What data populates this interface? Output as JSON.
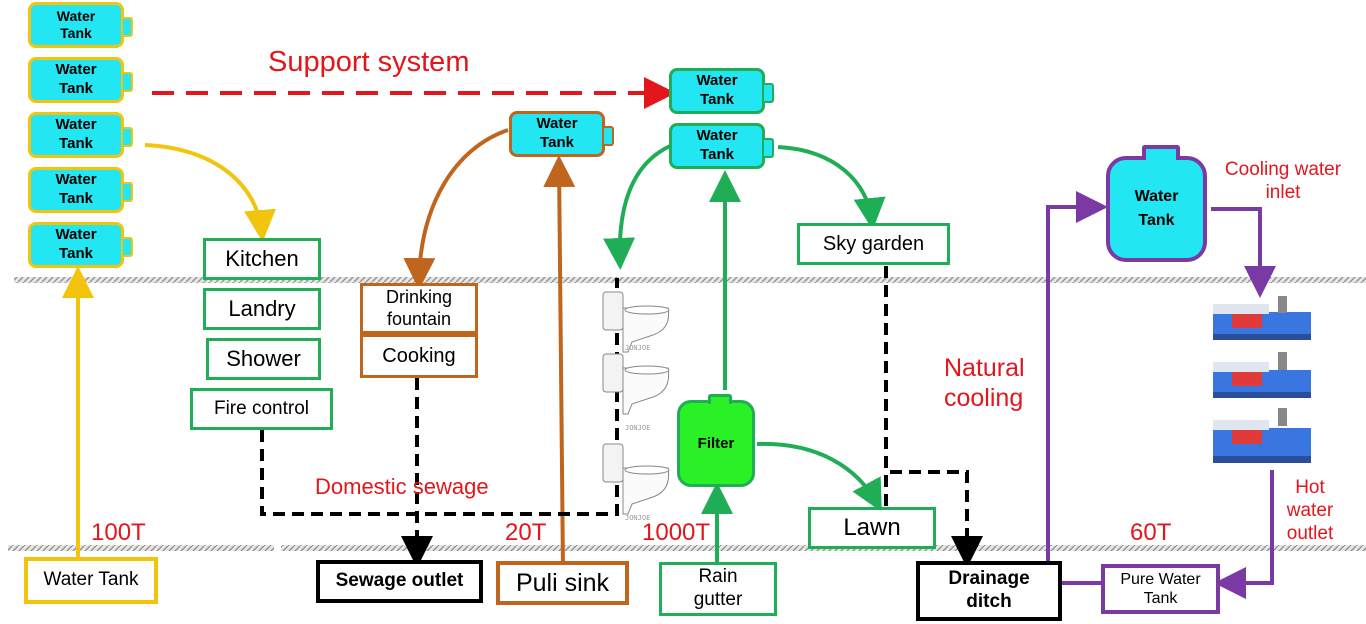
{
  "tank_label": "Water Tank",
  "support_system": "Support system",
  "uses": {
    "kitchen": "Kitchen",
    "landry": "Landry",
    "shower": "Shower",
    "fire_control": "Fire control",
    "drinking_fountain": "Drinking fountain",
    "cooking": "Cooking",
    "sky_garden": "Sky garden",
    "lawn": "Lawn"
  },
  "filter": "Filter",
  "domestic_sewage": "Domestic sewage",
  "natural_cooling": "Natural cooling",
  "cooling_water_inlet": "Cooling water inlet",
  "hot_water_outlet": "Hot water outlet",
  "capacities": [
    "100T",
    "20T",
    "1000T",
    "60T"
  ],
  "bottom": {
    "water_tank": "Water Tank",
    "sewage_outlet": "Sewage outlet",
    "puli_sink": "Puli sink",
    "rain_gutter": "Rain gutter",
    "drainage_ditch": "Drainage ditch",
    "pure_water_tank": "Pure Water Tank"
  },
  "toilet_text": "JONJOE",
  "colors": {
    "tank_fill": "#22e6f2",
    "yellow": "#f2c40c",
    "orange": "#c0651e",
    "green": "#1fad56",
    "purple": "#7b3aa3",
    "red": "#e3161c",
    "filter_fill": "#29f126"
  }
}
